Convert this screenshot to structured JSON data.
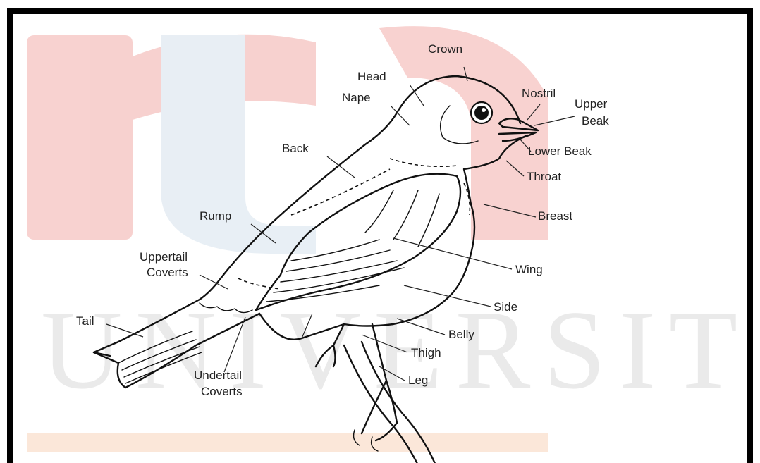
{
  "diagram": {
    "labels": {
      "crown": "Crown",
      "head": "Head",
      "nape": "Nape",
      "nostril": "Nostril",
      "upper_beak_1": "Upper",
      "upper_beak_2": "Beak",
      "lower_beak": "Lower Beak",
      "throat": "Throat",
      "back": "Back",
      "breast": "Breast",
      "rump": "Rump",
      "uppertail_coverts_1": "Uppertail",
      "uppertail_coverts_2": "Coverts",
      "wing": "Wing",
      "side": "Side",
      "tail": "Tail",
      "belly": "Belly",
      "thigh": "Thigh",
      "undertail_coverts_1": "Undertail",
      "undertail_coverts_2": "Coverts",
      "leg": "Leg"
    },
    "watermark": {
      "text": "UNIVERSITI",
      "red": "#e8746d",
      "blue": "#b9cde0",
      "orange": "#f3b58a"
    }
  }
}
